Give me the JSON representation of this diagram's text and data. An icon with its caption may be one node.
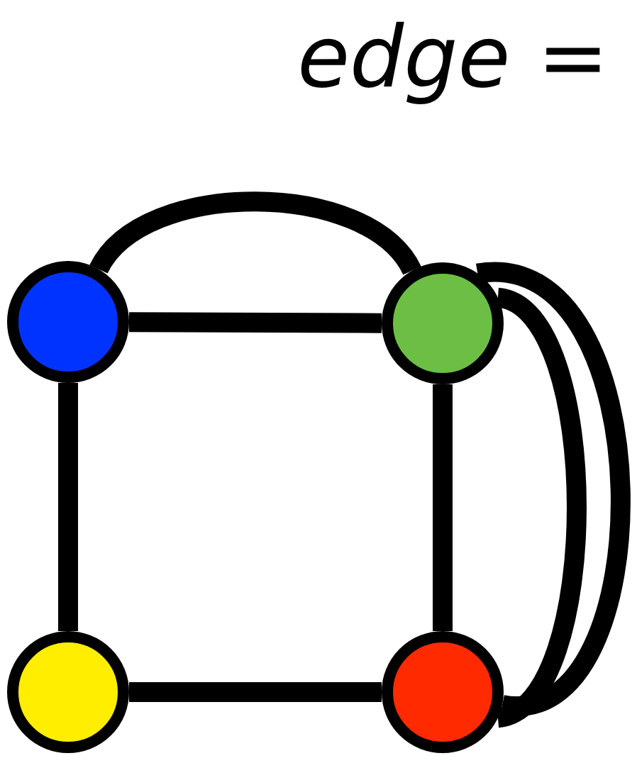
{
  "diagram": {
    "nodes": [
      {
        "text": [],
        "shape": "circle"
      },
      {
        "text": [],
        "shape": "circle"
      },
      {
        "text": [],
        "shape": "circle"
      },
      {
        "text": [],
        "shape": "circle"
      }
    ],
    "edges": [
      {
        "from": 0,
        "to": 1,
        "arrow": "none"
      },
      {
        "from": 0,
        "to": 1,
        "arrow": "none"
      },
      {
        "from": 0,
        "to": 2,
        "arrow": "none"
      },
      {
        "from": 2,
        "to": 3,
        "arrow": "none"
      },
      {
        "from": 1,
        "to": 3,
        "arrow": "none"
      },
      {
        "from": 1,
        "to": 3,
        "arrow": "none"
      },
      {
        "from": 1,
        "to": 3,
        "arrow": "none"
      }
    ],
    "labels": [
      "*edge* ="
    ]
  }
}
